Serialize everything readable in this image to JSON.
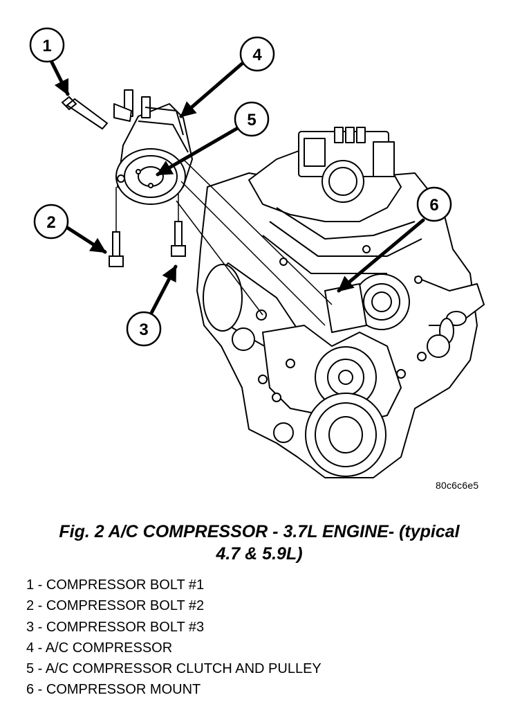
{
  "figure": {
    "image_code": "80c6c6e5",
    "caption_line1": "Fig. 2 A/C COMPRESSOR - 3.7L ENGINE- (typical",
    "caption_line2": "4.7 & 5.9L)"
  },
  "callouts": [
    "1",
    "2",
    "3",
    "4",
    "5",
    "6"
  ],
  "legend": [
    "1 - COMPRESSOR BOLT #1",
    "2 - COMPRESSOR BOLT #2",
    "3 - COMPRESSOR BOLT #3",
    "4 - A/C COMPRESSOR",
    "5 - A/C COMPRESSOR CLUTCH AND PULLEY",
    "6 - COMPRESSOR MOUNT"
  ]
}
